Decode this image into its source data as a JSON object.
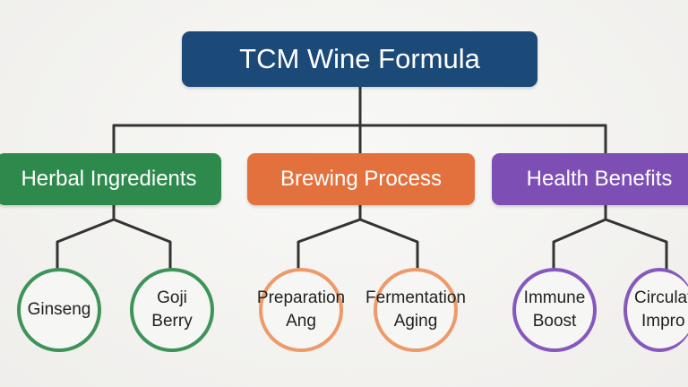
{
  "root": {
    "label": "TCM Wine Formula"
  },
  "categories": [
    {
      "label": "Herbal Ingredients",
      "color": "#2e8a4c",
      "children": [
        {
          "lines": [
            "Ginseng"
          ]
        },
        {
          "lines": [
            "Goji",
            "Berry"
          ]
        }
      ]
    },
    {
      "label": "Brewing Process",
      "color": "#e3713e",
      "children": [
        {
          "lines": [
            "Preparation",
            "Ang"
          ]
        },
        {
          "lines": [
            "Fermentation",
            "Aging"
          ]
        }
      ]
    },
    {
      "label": "Health Benefits",
      "color": "#7d4fb5",
      "children": [
        {
          "lines": [
            "Immune",
            "Boost"
          ]
        },
        {
          "lines": [
            "Circulat",
            "Impro"
          ]
        }
      ]
    }
  ]
}
